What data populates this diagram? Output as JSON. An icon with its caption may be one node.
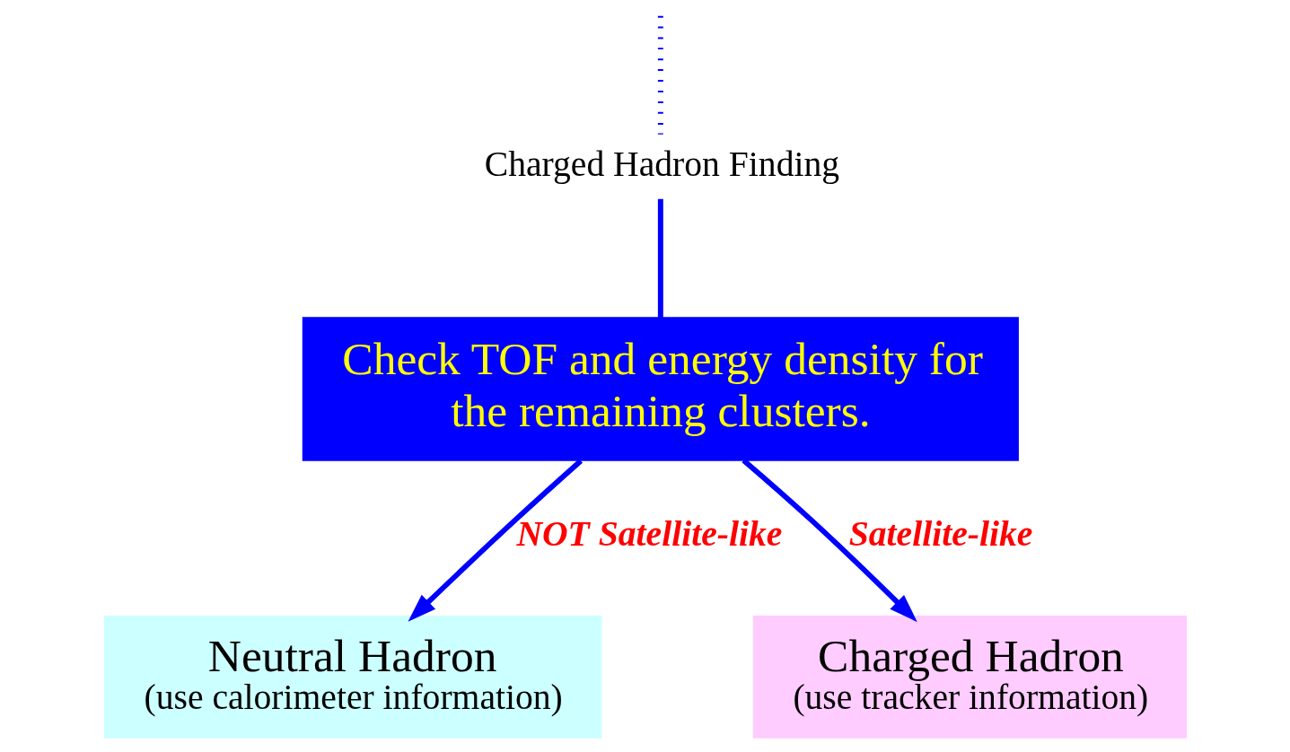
{
  "diagram": {
    "nodes": [
      {
        "text": [
          "Charged Hadron Finding"
        ]
      },
      {
        "text": [
          "Check TOF and energy density for the remaining clusters."
        ]
      },
      {
        "text": [
          "Neutral Hadron",
          "(use calorimeter information)"
        ]
      },
      {
        "text": [
          "Charged Hadron",
          "(use tracker information)"
        ]
      }
    ],
    "edges": [
      {
        "from": null,
        "to": 0,
        "arrow": "none",
        "style": "dashed"
      },
      {
        "from": 0,
        "to": 1,
        "arrow": "none"
      },
      {
        "from": 1,
        "to": 2,
        "arrow": "to",
        "label": "NOT Satellite-like"
      },
      {
        "from": 1,
        "to": 3,
        "arrow": "to",
        "label": "Satellite-like"
      }
    ]
  }
}
